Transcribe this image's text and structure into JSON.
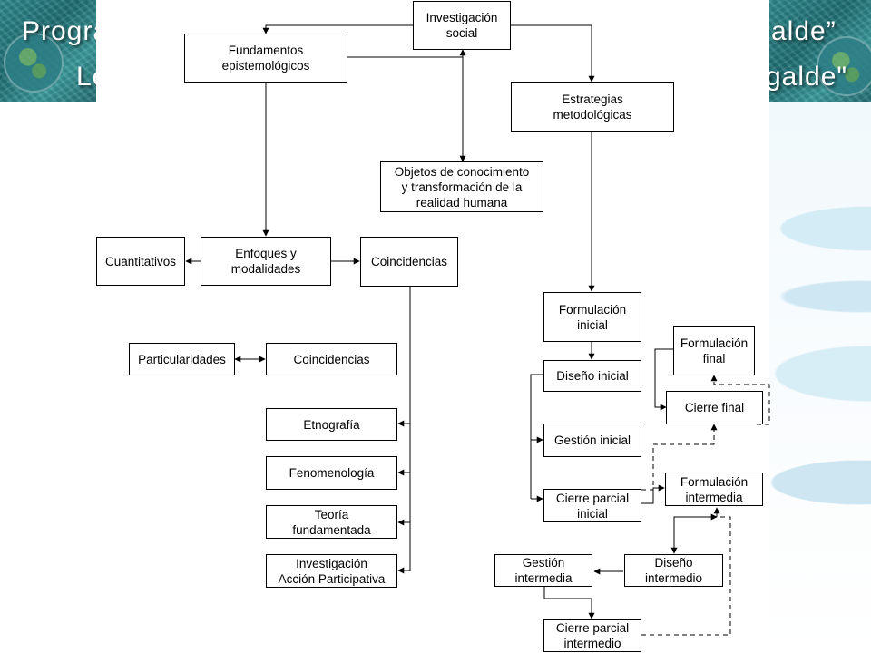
{
  "banner": {
    "left_line1": "Progra",
    "left_line2": "Le",
    "right_line1": "alde”",
    "right_line2": "galde\""
  },
  "nodes": {
    "investigacion_social": "Investigación\nsocial",
    "fundamentos": "Fundamentos\nepistemológicos",
    "estrategias": "Estrategias\nmetodológicas",
    "objetos": "Objetos de conocimiento\ny transformación de la\nrealidad humana",
    "cuantitativos": "Cuantitativos",
    "enfoques": "Enfoques y\nmodalidades",
    "coincidencias_top": "Coincidencias",
    "particularidades": "Particularidades",
    "coincidencias_mid": "Coincidencias",
    "etnografia": "Etnografía",
    "fenomenologia": "Fenomenología",
    "teoria": "Teoría\nfundamentada",
    "iap": "Investigación\nAcción Participativa",
    "formulacion_inicial": "Formulación\ninicial",
    "diseno_inicial": "Diseño inicial",
    "gestion_inicial": "Gestión inicial",
    "cierre_parcial_inicial": "Cierre parcial\ninicial",
    "formulacion_final": "Formulación\nfinal",
    "cierre_final": "Cierre final",
    "formulacion_intermedia": "Formulación\nintermedia",
    "diseno_intermedio": "Diseño\nintermedio",
    "gestion_intermedia": "Gestión\nintermedia",
    "cierre_parcial_intermedio": "Cierre parcial\nintermedio"
  }
}
